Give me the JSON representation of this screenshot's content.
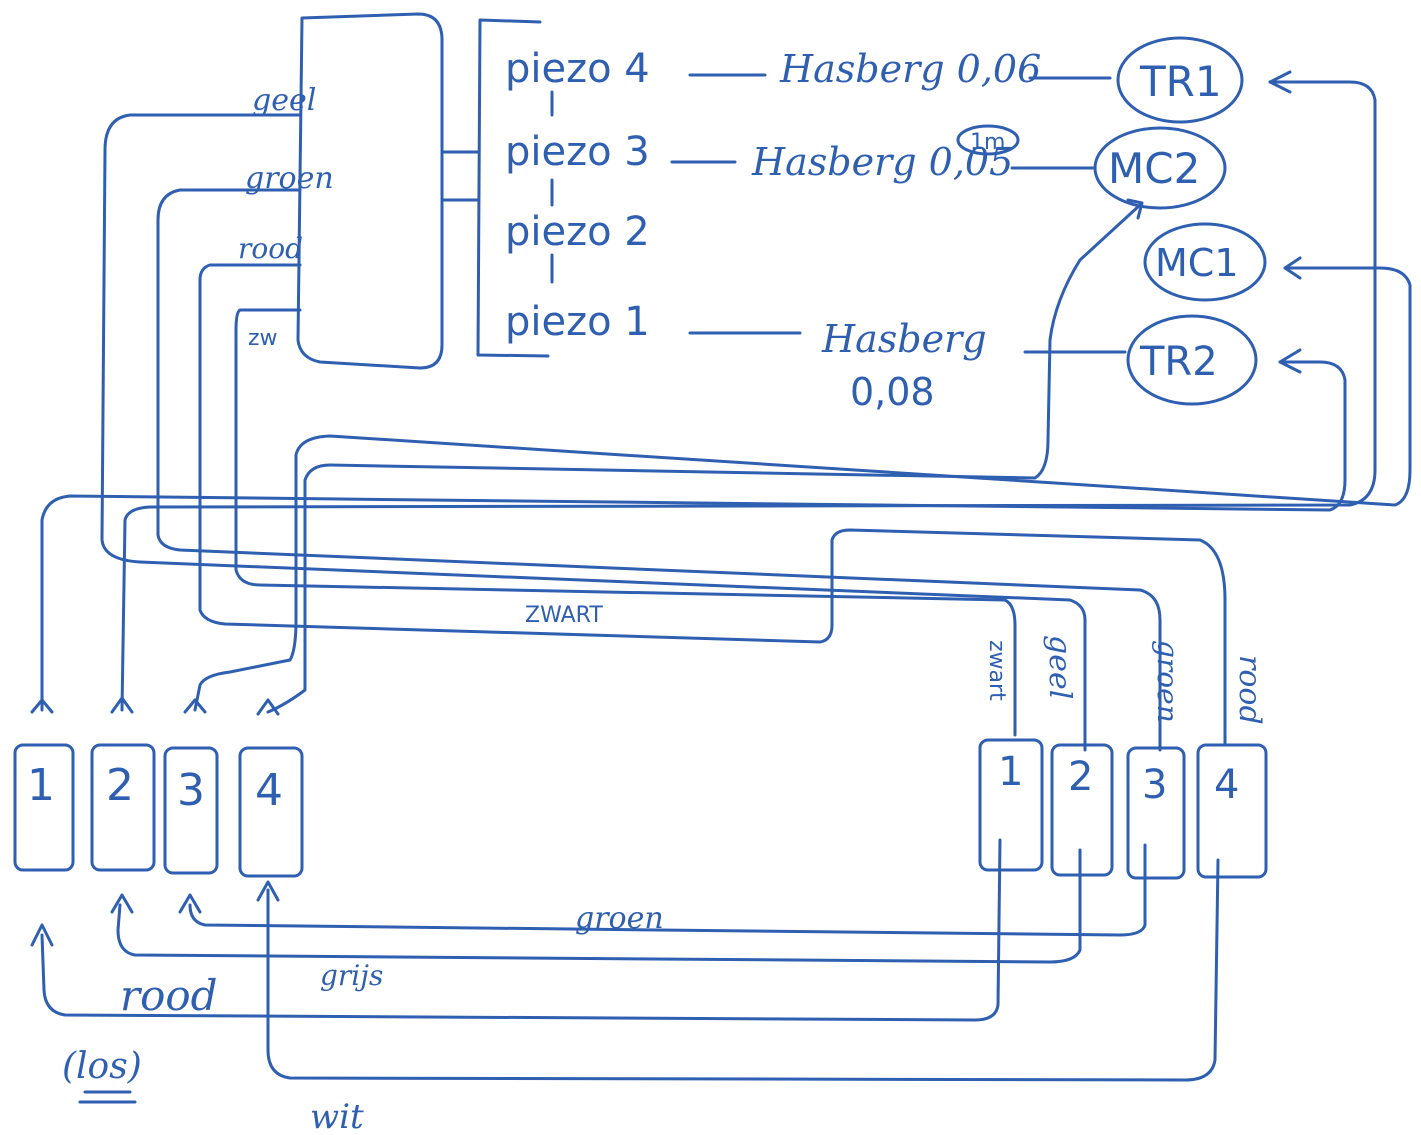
{
  "piezos": [
    "piezo 4",
    "piezo 3",
    "piezo 2",
    "piezo 1"
  ],
  "hasberg": {
    "h4": "Hasberg 0,06",
    "h3": "Hasberg 0,05",
    "h3_note": "1m",
    "h1_a": "Hasberg",
    "h1_b": "0,08"
  },
  "sensors": [
    "TR1",
    "MC2",
    "MC1",
    "TR2"
  ],
  "wire_colors_top": [
    "geel",
    "groen",
    "rood",
    "zw"
  ],
  "wire_zwart": "ZWART",
  "right_connector_labels": [
    "zwart",
    "geel",
    "groen",
    "rood"
  ],
  "left_connector_numbers": [
    "1",
    "2",
    "3",
    "4"
  ],
  "right_connector_numbers": [
    "1",
    "2",
    "3",
    "4"
  ],
  "bottom_labels": {
    "groen": "groen",
    "grijs": "grijs",
    "rood": "rood",
    "los": "(los)",
    "wit": "wit"
  },
  "colors": {
    "ink": "#2f5fb0"
  }
}
